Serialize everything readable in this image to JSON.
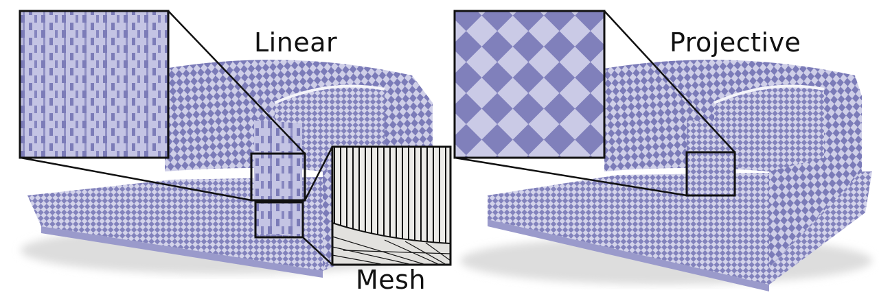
{
  "labels": {
    "linear": "Linear",
    "projective": "Projective",
    "mesh": "Mesh"
  },
  "colors": {
    "checker_light": "#cfcfe8",
    "checker_dark": "#7b7bb8",
    "mesh_background": "#ecebe8",
    "frame": "#111111"
  }
}
